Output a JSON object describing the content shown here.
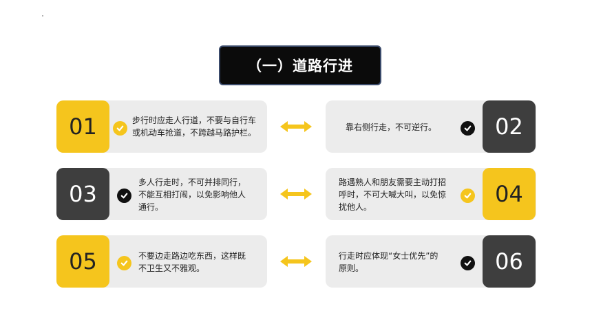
{
  "title": "（一）道路行进",
  "items": [
    {
      "num": "01",
      "text": "步行时应走人行道，不要与自行车\n或机动车抢道，不跨越马路护栏。"
    },
    {
      "num": "02",
      "text": "靠右侧行走，不可逆行。"
    },
    {
      "num": "03",
      "text": "多人行走时，不可并排同行，\n不能互相打闹，以免影响他人\n通行。"
    },
    {
      "num": "04",
      "text": "路遇熟人和朋友需要主动打招\n呼时，不可大喊大叫，以免惊\n扰他人。"
    },
    {
      "num": "05",
      "text": "不要边走路边吃东西，这样既\n不卫生又不雅观。"
    },
    {
      "num": "06",
      "text": "行走时应体现“女士优先”的\n原则。"
    }
  ],
  "colors": {
    "accent": "#f5c51d",
    "dark": "#3e3e3e",
    "card": "#ececec"
  }
}
